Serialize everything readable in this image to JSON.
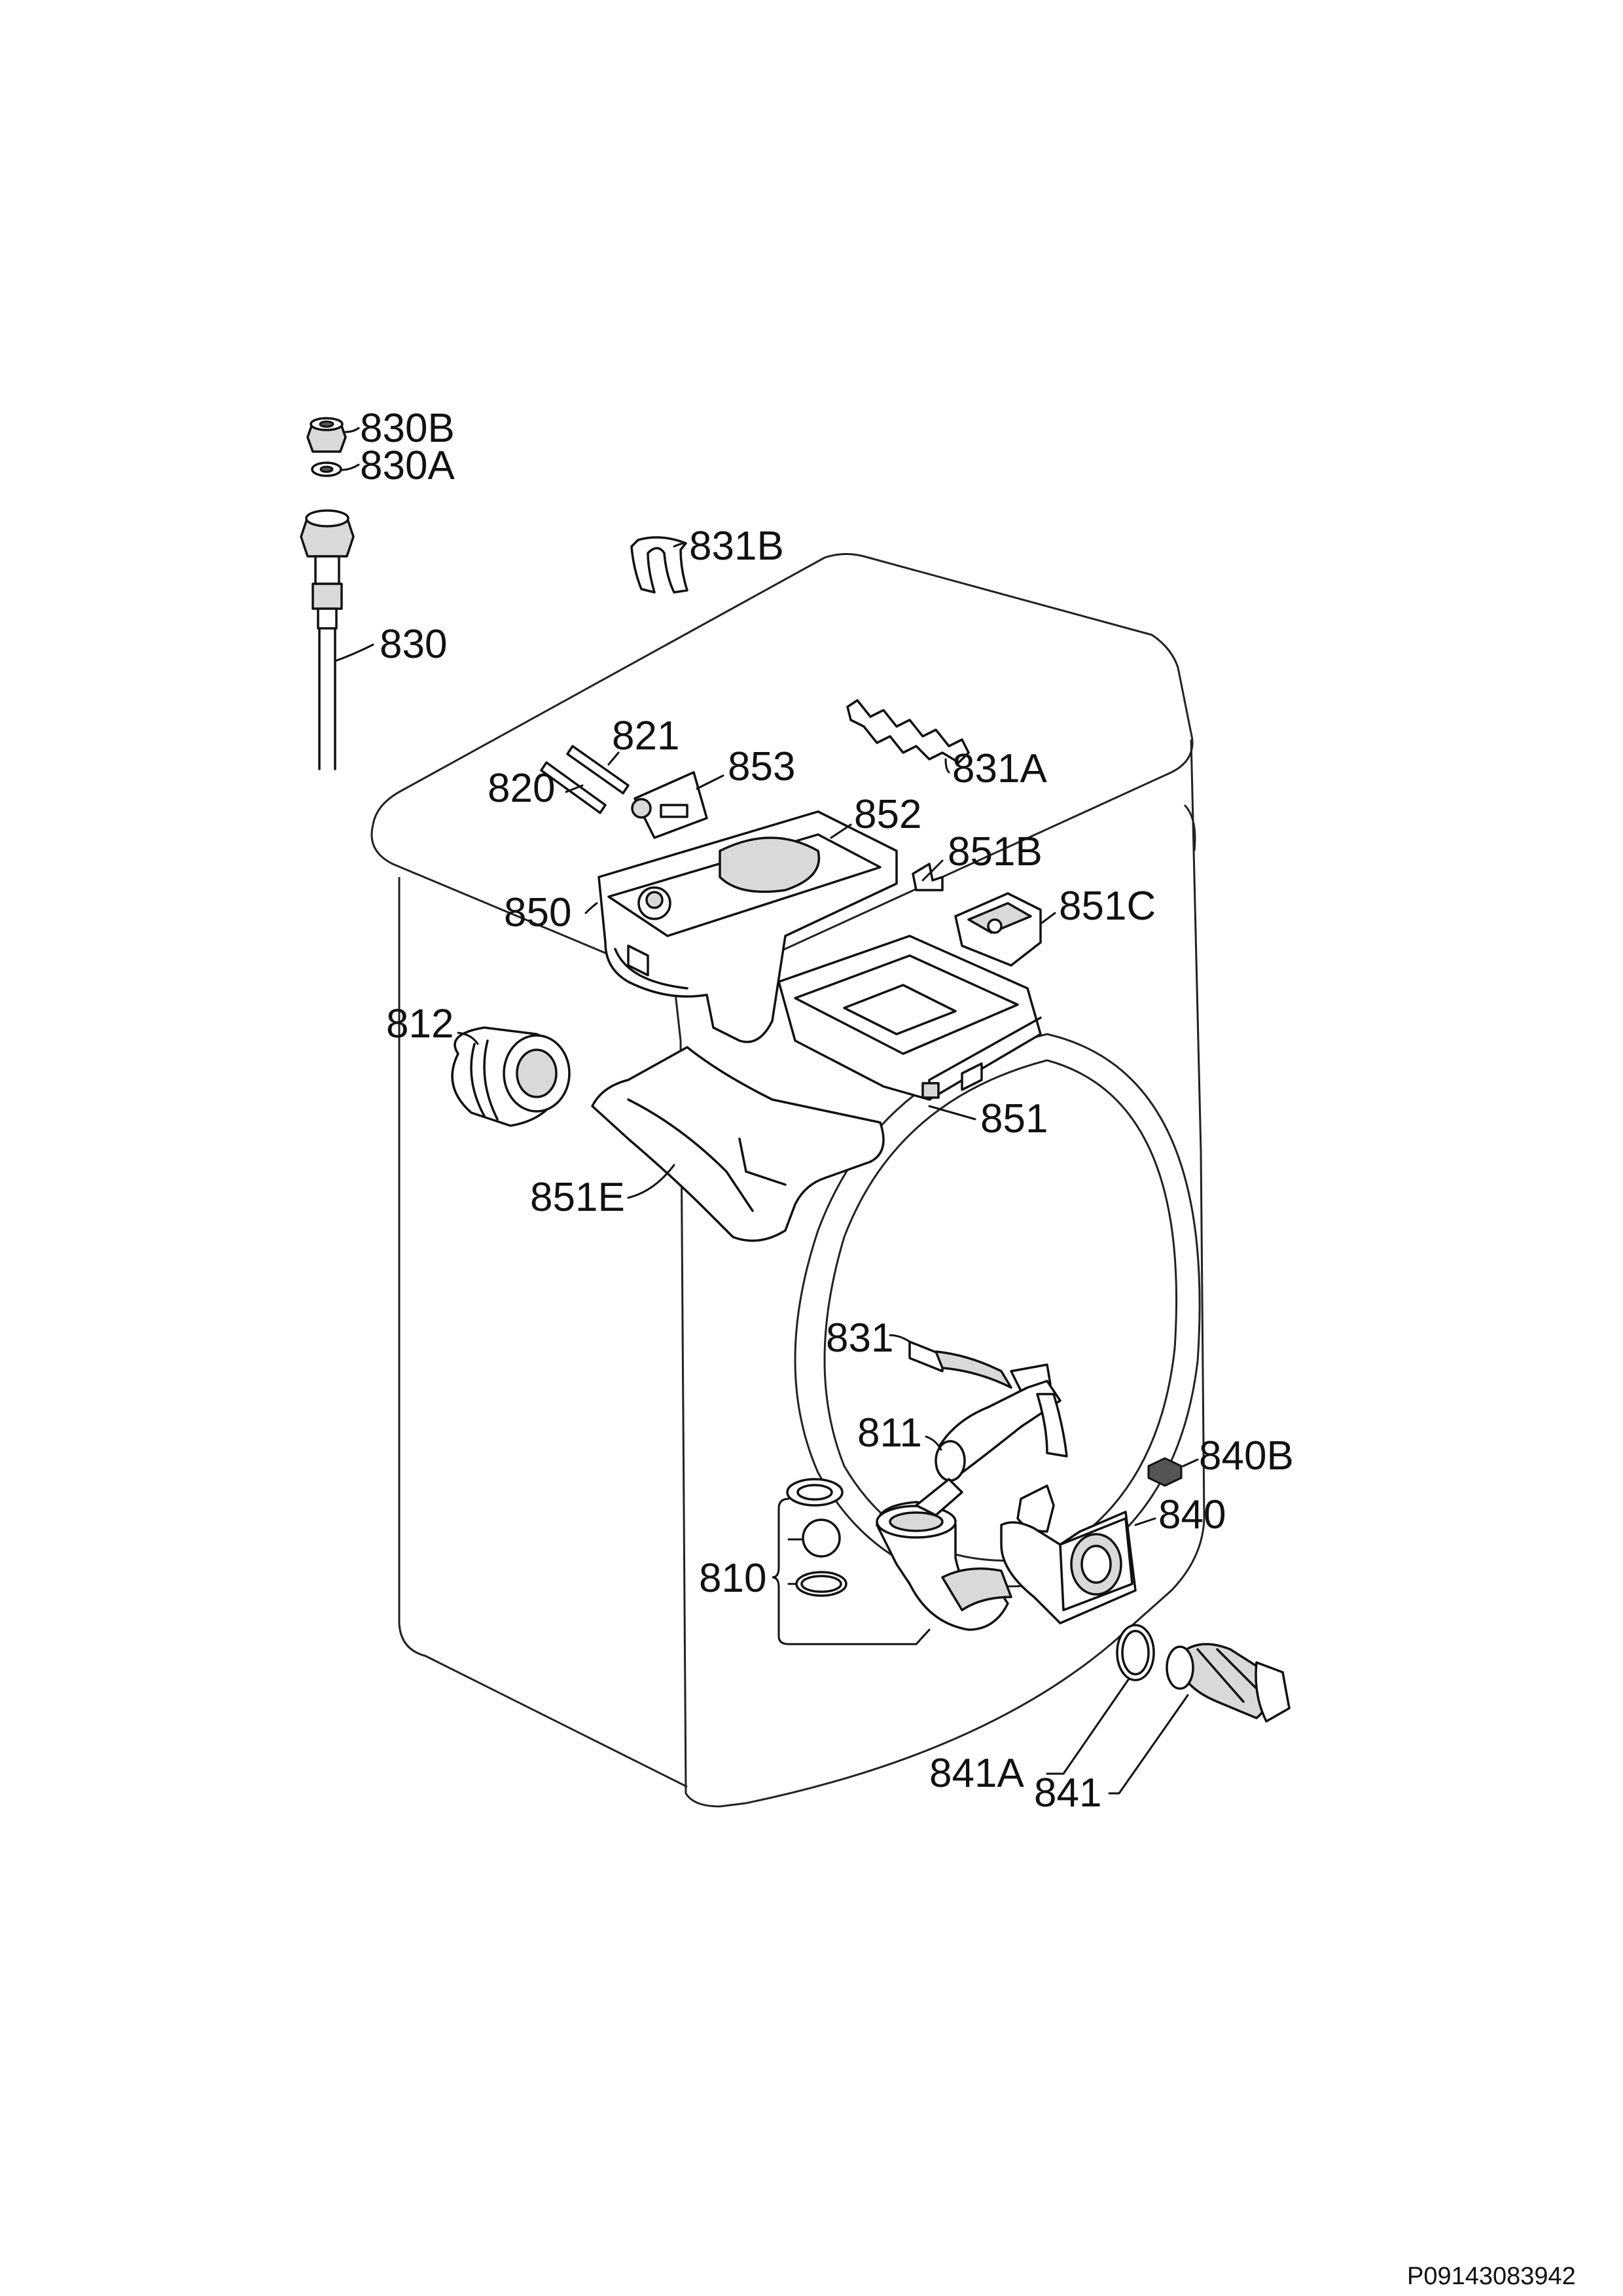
{
  "diagram_id": "P09143083942",
  "callouts": {
    "c830B": "830B",
    "c830A": "830A",
    "c830": "830",
    "c831B": "831B",
    "c821": "821",
    "c820": "820",
    "c853": "853",
    "c831A": "831A",
    "c852": "852",
    "c851B": "851B",
    "c850": "850",
    "c851C": "851C",
    "c812": "812",
    "c851": "851",
    "c851E": "851E",
    "c831": "831",
    "c811": "811",
    "c840B": "840B",
    "c840": "840",
    "c810": "810",
    "c841A": "841A",
    "c841": "841"
  }
}
